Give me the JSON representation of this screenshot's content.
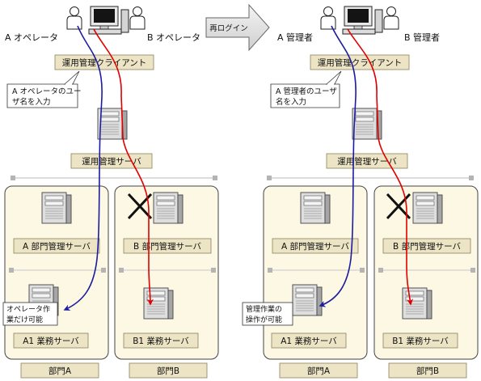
{
  "transition_label": "再ログイン",
  "left": {
    "operator_a": "A オペレータ",
    "operator_b": "B オペレータ",
    "client": "運用管理クライアント",
    "callout": [
      "A オペレータのユー",
      "ザ名を入力"
    ],
    "server": "運用管理サーバ",
    "dept_server_a": "A 部門管理サーバ",
    "dept_server_b": "B 部門管理サーバ",
    "biz_server_a": "A1 業務サーバ",
    "biz_server_b": "B1 業務サーバ",
    "note": [
      "オペレータ作",
      "業だけ可能"
    ],
    "dept_a": "部門A",
    "dept_b": "部門B"
  },
  "right": {
    "operator_a": "A 管理者",
    "operator_b": "B 管理者",
    "client": "運用管理クライアント",
    "callout": [
      "A 管理者のユーザ",
      "名を入力"
    ],
    "server": "運用管理サーバ",
    "dept_server_a": "A 部門管理サーバ",
    "dept_server_b": "B 部門管理サーバ",
    "biz_server_a": "A1 業務サーバ",
    "biz_server_b": "B1 業務サーバ",
    "note": [
      "管理作業の",
      "操作が可能"
    ],
    "dept_a": "部門A",
    "dept_b": "部門B"
  },
  "colors": {
    "label_fill": "#ece4c4",
    "dept_panel_fill": "#fcf8e4",
    "blue_arrow": "#1c1ca0",
    "red_arrow": "#e00000",
    "connector_line": "#c8c8c8",
    "connector_node": "#b4b4b4"
  },
  "icons": {
    "person": "person-icon",
    "computer": "computer-icon",
    "server": "server-icon",
    "arrow": "transition-arrow-icon",
    "unavailable": "x-mark-icon"
  }
}
